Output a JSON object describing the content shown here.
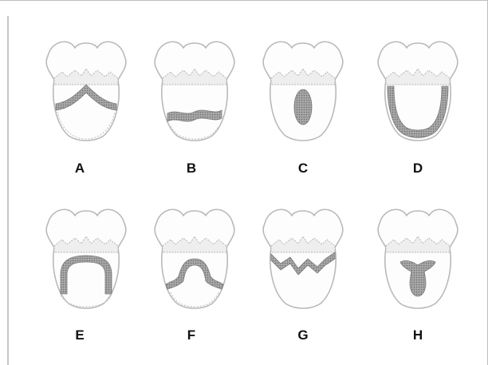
{
  "figure": {
    "panels": [
      {
        "label": "A"
      },
      {
        "label": "B"
      },
      {
        "label": "C"
      },
      {
        "label": "D"
      },
      {
        "label": "E"
      },
      {
        "label": "F"
      },
      {
        "label": "G"
      },
      {
        "label": "H"
      }
    ]
  }
}
